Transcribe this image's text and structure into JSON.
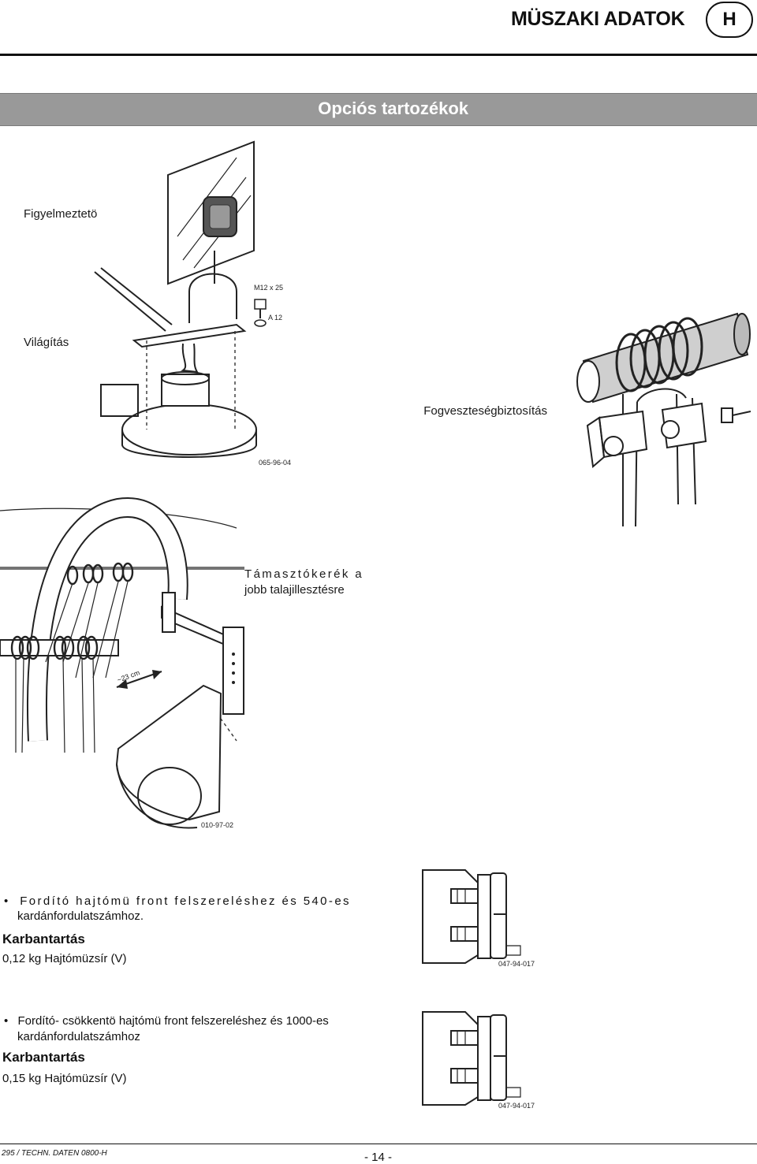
{
  "header": {
    "title": "MÜSZAKI ADATOK",
    "lang": "H"
  },
  "banner": {
    "title": "Opciós tartozékok"
  },
  "figure1": {
    "label_warning": "Figyelmeztetö",
    "label_lighting": "Világítás",
    "callout_bolt": "M12 x 25",
    "callout_washer": "A 12",
    "ref": "065-96-04"
  },
  "figure2": {
    "label": "Fogveszteségbiztosítás"
  },
  "figure3": {
    "label_line1": "Támasztókerék a",
    "label_line2": "jobb talajillesztésre",
    "dimension": "~23 cm",
    "ref": "010-97-02"
  },
  "section1": {
    "bullet": "•",
    "line1": "Fordító hajtómü front felszereléshez és 540-es",
    "line2": "kardánfordulatszámhoz.",
    "heading": "Karbantartás",
    "detail": "0,12 kg Hajtómüzsír (V)",
    "fig_ref": "047-94-017"
  },
  "section2": {
    "bullet": "•",
    "line1": "Fordító- csökkentö hajtómü front felszereléshez és 1000-es",
    "line2": "kardánfordulatszámhoz",
    "heading": "Karbantartás",
    "detail": "0,15 kg Hajtómüzsír (V)",
    "fig_ref": "047-94-017"
  },
  "footer": {
    "doc_code": "295 / TECHN. DATEN 0800-H",
    "page": "- 14 -"
  }
}
